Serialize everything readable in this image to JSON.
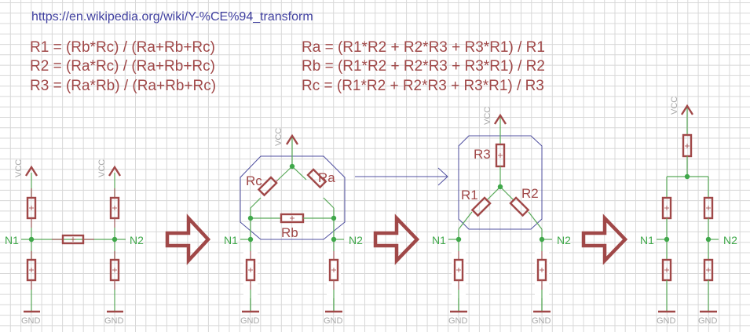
{
  "header": {
    "url": "https://en.wikipedia.org/wiki/Y-%CE%94_transform"
  },
  "formulas": {
    "delta_to_wye": [
      "R1 = (Rb*Rc) / (Ra+Rb+Rc)",
      "R2 = (Ra*Rc) / (Ra+Rb+Rc)",
      "R3 = (Ra*Rb) / (Ra+Rb+Rc)"
    ],
    "wye_to_delta": [
      "Ra = (R1*R2 + R2*R3 + R3*R1) / R1",
      "Rb = (R1*R2 + R2*R3 + R3*R1) / R2",
      "Rc = (R1*R2 + R2*R3 + R3*R1) / R3"
    ]
  },
  "symbols": {
    "supply": "VCC",
    "ground": "GND",
    "net1": "N1",
    "net2": "N2"
  },
  "stage2": {
    "resistors": [
      "Rc",
      "Ra",
      "Rb"
    ]
  },
  "stage3": {
    "resistors": [
      "R3",
      "R1",
      "R2"
    ]
  },
  "icons": [
    "right-arrow-icon",
    "right-arrow-icon",
    "right-arrow-icon",
    "thin-arrow-icon"
  ],
  "colors": {
    "formula": "#a04848",
    "url": "#4040a0",
    "wire": "#5aaa5a",
    "grid": "#d8d8d8",
    "frame": "#5050a0",
    "supply_label": "#a8a8a8"
  }
}
